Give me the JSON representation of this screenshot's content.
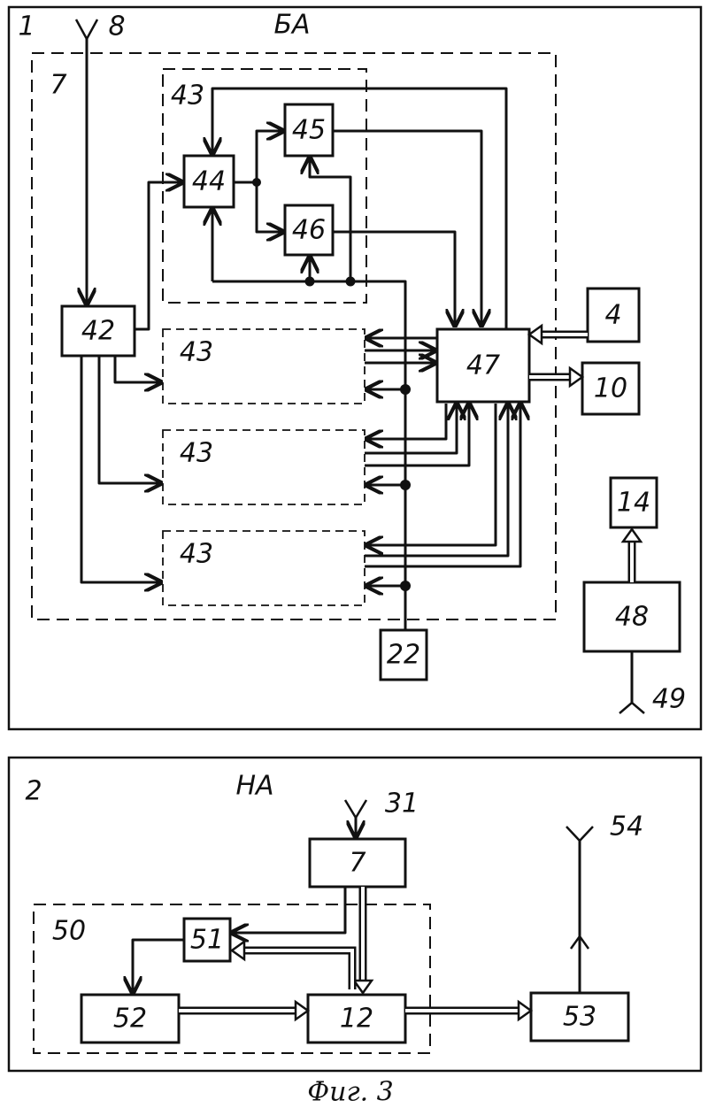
{
  "diagram": {
    "caption": "Фиг. 3",
    "top_panel": {
      "number": "1",
      "title": "БА",
      "antenna_in": "8",
      "antenna_out": "49",
      "group_label": "7",
      "subgroup_label": "43",
      "blocks": {
        "b42": "42",
        "b44": "44",
        "b45": "45",
        "b46": "46",
        "b47": "47",
        "b4": "4",
        "b10": "10",
        "b14": "14",
        "b48": "48",
        "b22": "22"
      },
      "channels": [
        "43",
        "43",
        "43"
      ]
    },
    "bottom_panel": {
      "number": "2",
      "title": "НА",
      "antenna_in": "31",
      "antenna_out": "54",
      "group_label": "50",
      "blocks": {
        "b7": "7",
        "b51": "51",
        "b52": "52",
        "b12": "12",
        "b53": "53"
      }
    }
  }
}
